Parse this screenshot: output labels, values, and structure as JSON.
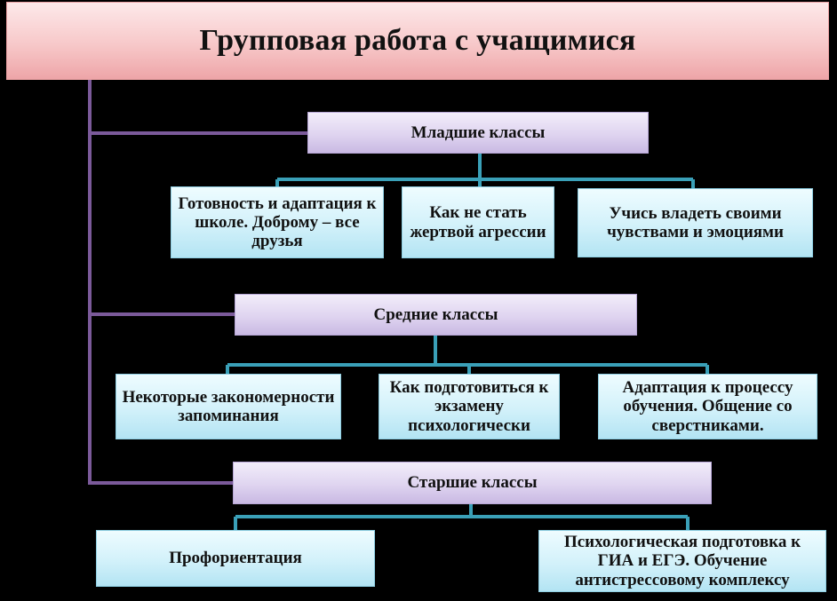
{
  "title": "Групповая работа с учащимися",
  "groups": [
    {
      "label": "Младшие классы",
      "items": [
        "Готовность и адаптация к школе. Доброму – все друзья",
        "Как не стать жертвой агрессии",
        "Учись владеть своими чувствами и эмоциями"
      ]
    },
    {
      "label": "Средние классы",
      "items": [
        "Некоторые закономерности запоминания",
        "Как подготовиться к экзамену психологически",
        "Адаптация к процессу обучения. Общение со сверстниками."
      ]
    },
    {
      "label": "Старшие классы",
      "items": [
        "Профориентация",
        "Психологическая подготовка к ГИА и ЕГЭ. Обучение антистрессовому комплексу"
      ]
    }
  ],
  "colors": {
    "background": "#000000",
    "title_fill": "#f7c8c9",
    "group_fill": "#dfd4f0",
    "leaf_fill": "#d2f1fa",
    "trunk_line": "#7b5a9a",
    "branch_line": "#3aa0b8"
  }
}
